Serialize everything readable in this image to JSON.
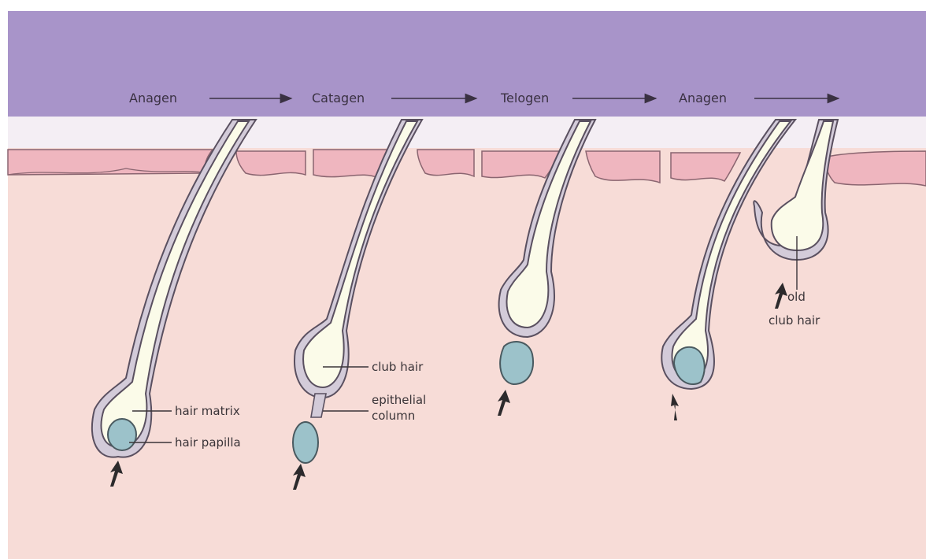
{
  "phases": [
    "Anagen",
    "Catagen",
    "Telogen",
    "Anagen"
  ],
  "labels": {
    "hair_matrix": "hair matrix",
    "hair_papilla": "hair papilla",
    "club_hair": "club hair",
    "epithelial_line1": "epithelial",
    "epithelial_line2": "column",
    "old_line1": "old",
    "old_line2": "club hair"
  },
  "colors": {
    "band": "#a894c9",
    "skin": "#f7dcd7",
    "epidermis": "#efb6bf",
    "sheath": "#d3cbd9",
    "hair": "#fbfbe9",
    "papilla": "#9cc2ca"
  }
}
